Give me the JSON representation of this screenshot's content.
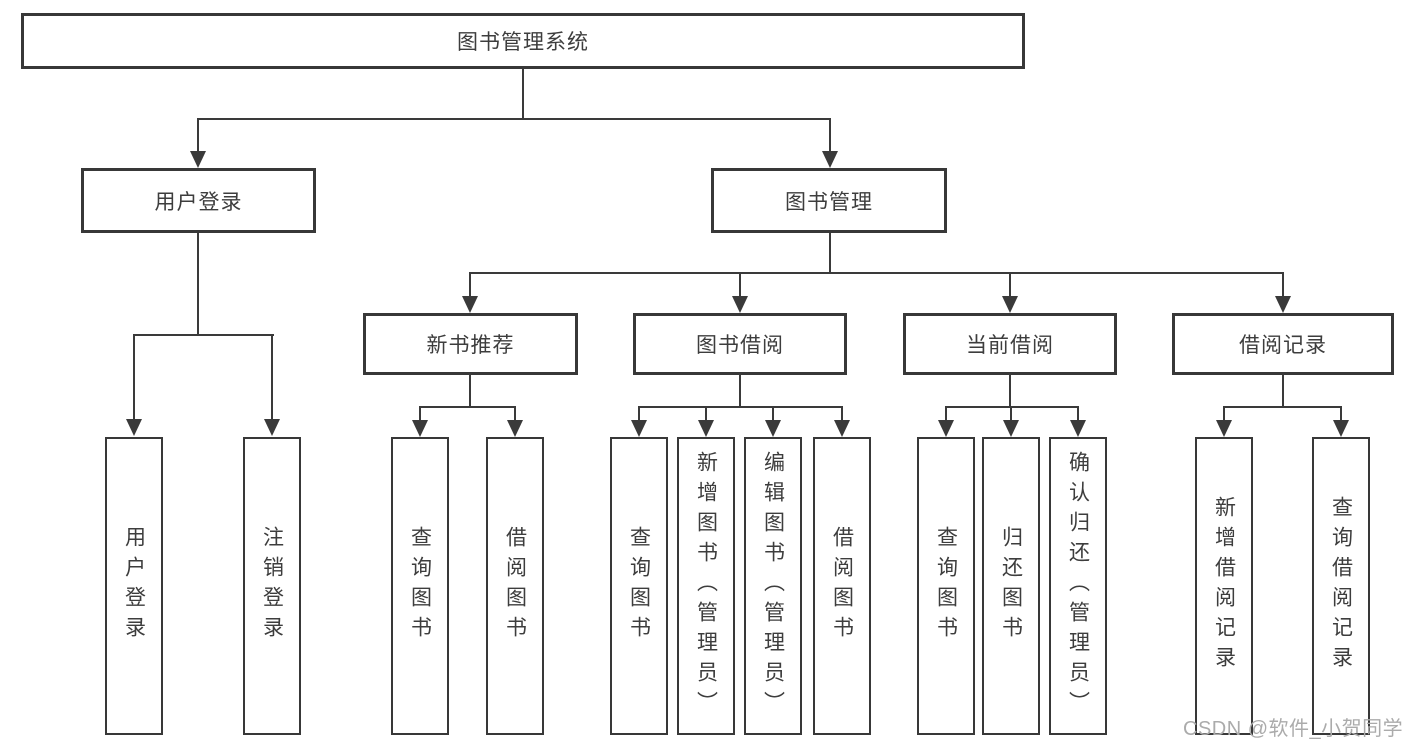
{
  "diagram": {
    "root": {
      "label": "图书管理系统",
      "children": [
        {
          "label": "用户登录",
          "children": [
            {
              "label": "用户登录"
            },
            {
              "label": "注销登录"
            }
          ]
        },
        {
          "label": "图书管理",
          "children": [
            {
              "label": "新书推荐",
              "children": [
                {
                  "label": "查询图书"
                },
                {
                  "label": "借阅图书"
                }
              ]
            },
            {
              "label": "图书借阅",
              "children": [
                {
                  "label": "查询图书"
                },
                {
                  "label": "新增图书（管理员）"
                },
                {
                  "label": "编辑图书（管理员）"
                },
                {
                  "label": "借阅图书"
                }
              ]
            },
            {
              "label": "当前借阅",
              "children": [
                {
                  "label": "查询图书"
                },
                {
                  "label": "归还图书"
                },
                {
                  "label": "确认归还（管理员）"
                }
              ]
            },
            {
              "label": "借阅记录",
              "children": [
                {
                  "label": "新增借阅记录"
                },
                {
                  "label": "查询借阅记录"
                }
              ]
            }
          ]
        }
      ]
    },
    "watermark": "CSDN @软件_小贺同学",
    "colors": {
      "line": "#3a3a3a",
      "box_border": "#383838",
      "text": "#3d3d3d",
      "watermark": "#ababab",
      "background": "#ffffff"
    }
  }
}
